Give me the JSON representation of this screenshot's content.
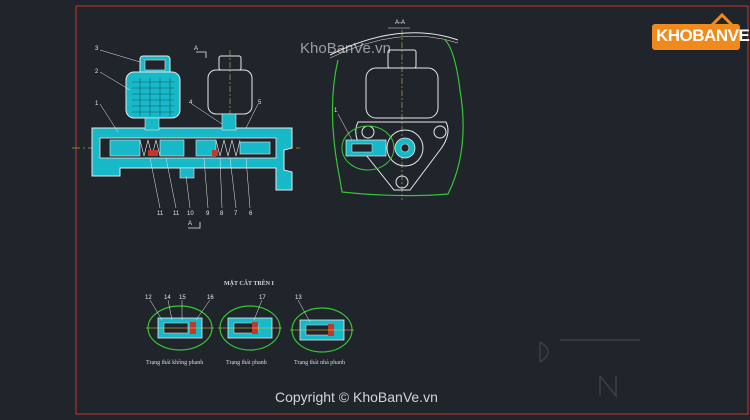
{
  "watermark": {
    "top": "KhoBanVe.vn",
    "bottom": "Copyright © KhoBanVe.vn"
  },
  "logo": {
    "text": "KHOBANVE"
  },
  "section_marks": {
    "main_top": "A",
    "main_bottom": "A",
    "side_top": "A-A"
  },
  "detail": {
    "title": "MẶT CẮT TRÊN I",
    "captions": [
      "Trạng thái không phanh",
      "Trạng thái phanh",
      "Trạng thái nhả phanh"
    ],
    "numbers_left": [
      "12",
      "14",
      "15",
      "16"
    ],
    "numbers_mid": [
      "17"
    ],
    "numbers_right": [
      "13"
    ]
  },
  "callouts_main_top": [
    "3",
    "2",
    "1",
    "4",
    "5"
  ],
  "callouts_main_bottom": [
    "11",
    "11",
    "10",
    "9",
    "8",
    "7",
    "6"
  ],
  "callouts_side": [
    "1"
  ],
  "colors": {
    "background": "#20242b",
    "frame": "#c0392b",
    "outline": "#e8e8e8",
    "fill": "#17b8c8",
    "green": "#34c734",
    "yellow": "#e6d84a",
    "logo": "#f08a1c"
  }
}
